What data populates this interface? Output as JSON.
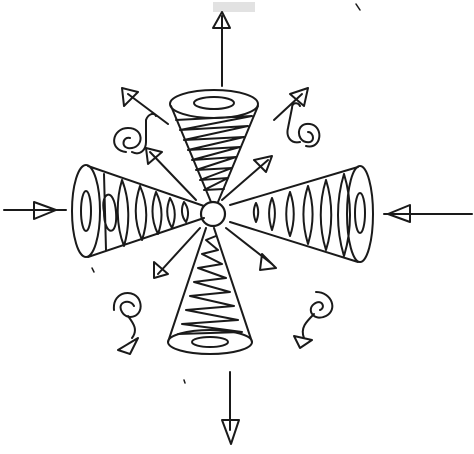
{
  "figure": {
    "ink_color": "#1a1a1a",
    "paper_color": "#ffffff",
    "smudge_color": "#e2e2e2",
    "components": {
      "cones": [
        "cone-top",
        "cone-bottom",
        "cone-left",
        "cone-right"
      ],
      "outflow_arrows": [
        "arrow-out-top",
        "arrow-out-bottom"
      ],
      "inflow_arrows": [
        "arrow-in-left",
        "arrow-in-right"
      ],
      "radial_arrows": 8,
      "vortices": [
        "vortex-top-left",
        "vortex-top-right",
        "vortex-bottom-left",
        "vortex-bottom-right"
      ]
    }
  }
}
